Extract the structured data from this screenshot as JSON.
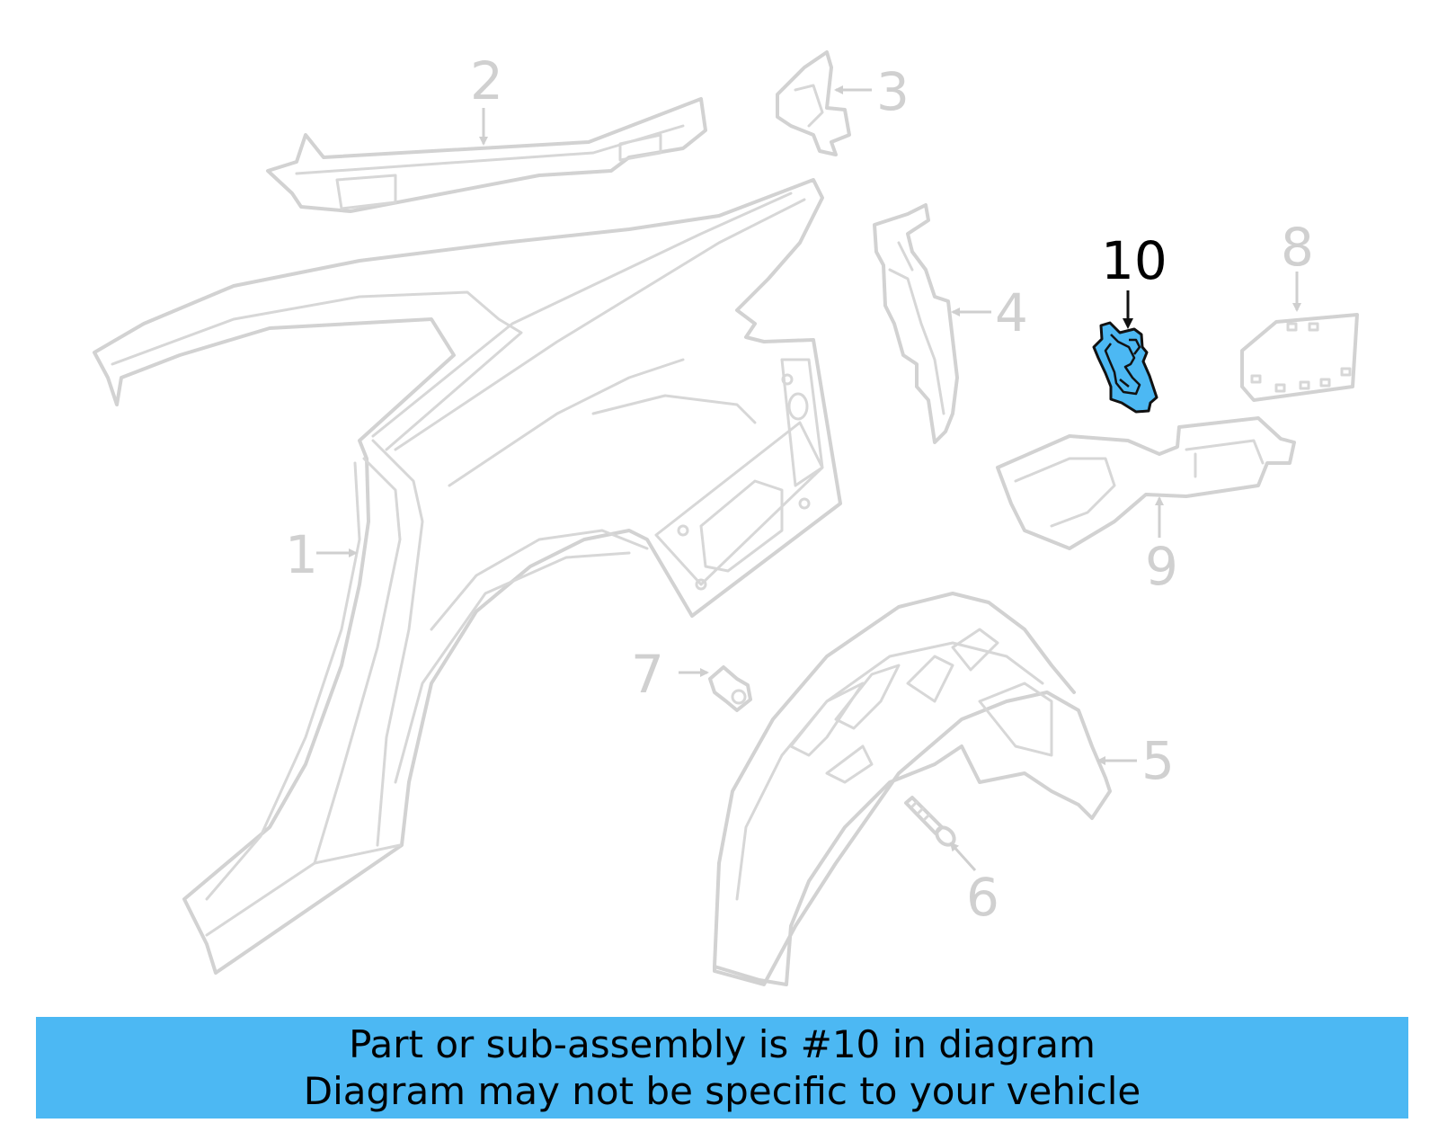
{
  "diagram": {
    "callouts": [
      "1",
      "2",
      "3",
      "4",
      "5",
      "6",
      "7",
      "8",
      "9",
      "10"
    ],
    "highlighted_part": "10",
    "highlight_color": "#4cb8f3",
    "line_color": "#d2d2d2"
  },
  "banner": {
    "line1": "Part or sub-assembly is #10 in diagram",
    "line2": "Diagram may not be specific to your vehicle",
    "background": "#4cb8f3"
  }
}
